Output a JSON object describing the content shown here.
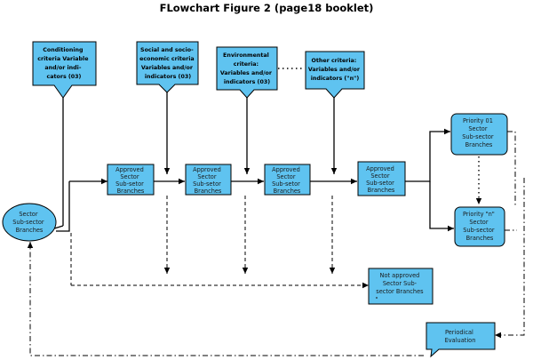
{
  "title": "FLowchart Figure 2 (page18 booklet)",
  "criteria": [
    {
      "lines": [
        "Conditioning",
        "criteria Variable",
        "and/or indi-",
        "cators (03)"
      ]
    },
    {
      "lines": [
        "Social and socio-",
        "economic criteria",
        "Variables and/or",
        "indicators (03)"
      ]
    },
    {
      "lines": [
        "Environmental",
        "criteria:",
        "Variables and/or",
        "indicators (03)"
      ]
    },
    {
      "lines": [
        "Other criteria:",
        "Variables and/or",
        "indicators (\"n\")"
      ]
    }
  ],
  "start_node": {
    "lines": [
      "Sector",
      "Sub-sector",
      "Branches"
    ]
  },
  "approved_boxes": [
    {
      "lines": [
        "Approved",
        "Sector",
        "Sub-setor",
        "Branches"
      ]
    },
    {
      "lines": [
        "Approved",
        "Sector",
        "Sub-setor",
        "Branches"
      ]
    },
    {
      "lines": [
        "Approved",
        "Sector",
        "Sub-setor",
        "Branches"
      ]
    },
    {
      "lines": [
        "Approved",
        "Sector",
        "Sub-setor",
        "Branches"
      ]
    }
  ],
  "priority_boxes": [
    {
      "lines": [
        "Priority 01",
        "Sector",
        "Sub-sector",
        "Branches"
      ]
    },
    {
      "lines": [
        "Priority \"n\"",
        "Sector",
        "Sub-sector",
        "Branches"
      ]
    }
  ],
  "not_approved": {
    "lines": [
      "Not approved",
      "Sector Sub-",
      "sector Branches",
      "\""
    ]
  },
  "evaluation": {
    "lines": [
      "Periodical",
      "Evaluation"
    ]
  }
}
